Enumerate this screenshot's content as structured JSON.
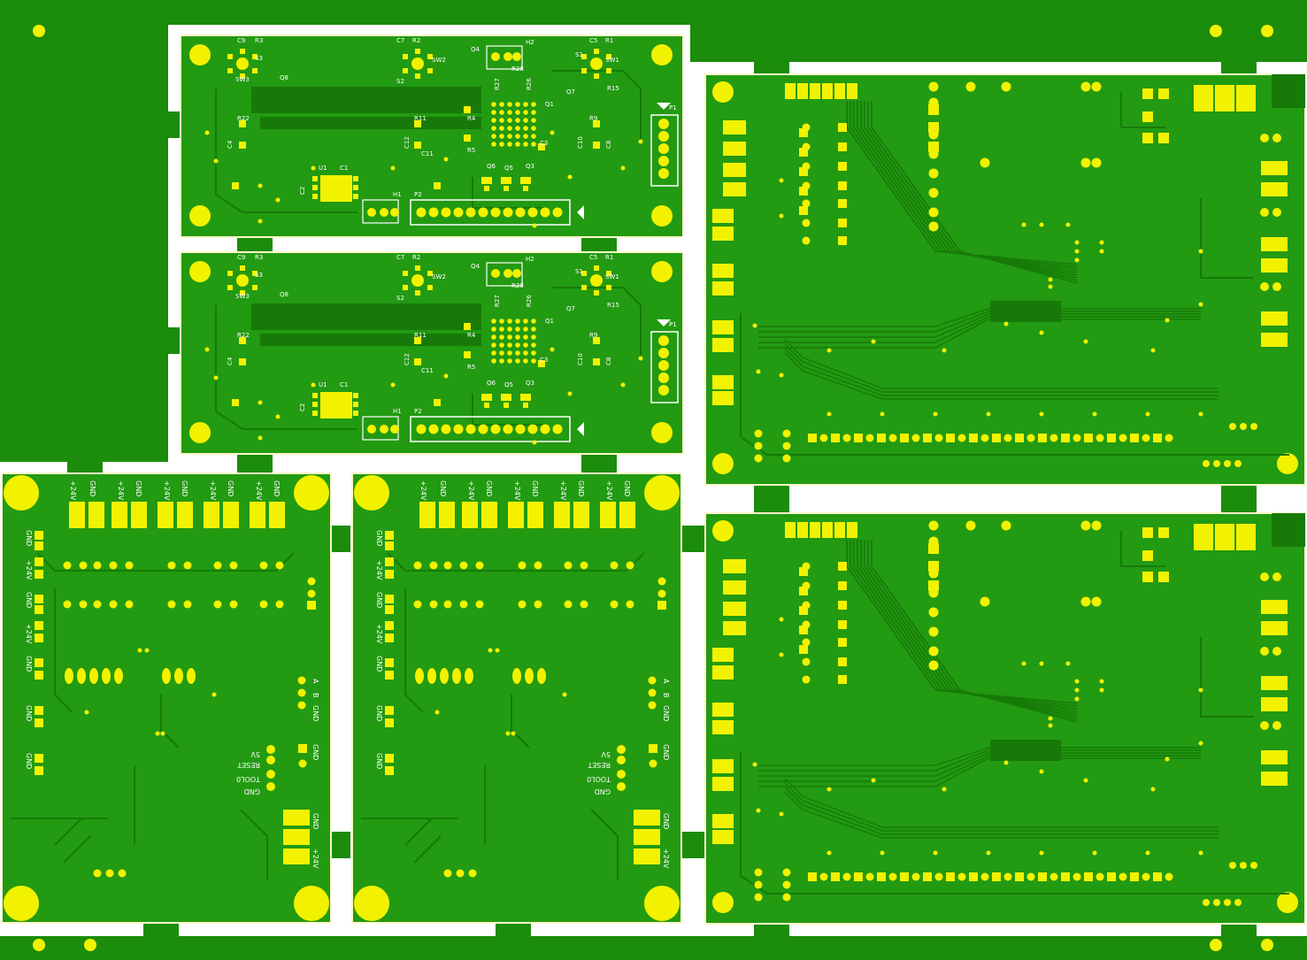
{
  "colors": {
    "substrate": "#1b8c0b",
    "copper_fill": "#229a12",
    "trace": "#177a08",
    "pad": "#f2f200",
    "silkscreen": "#ffffff",
    "outline": "#fff8c8"
  },
  "module_board": {
    "labels": {
      "C9": "C9",
      "R3": "R3",
      "S3": "S3",
      "SW3": "SW3",
      "Q8": "Q8",
      "C7": "C7",
      "R2": "R2",
      "SW2": "SW2",
      "S2": "S2",
      "Q4": "Q4",
      "H2": "H2",
      "R27": "R27",
      "R28": "R28",
      "R26": "R26",
      "C5": "C5",
      "R1": "R1",
      "S1": "S1",
      "SW1": "SW1",
      "Q7": "Q7",
      "R15": "R15",
      "R22": "R22",
      "R11": "R11",
      "R4": "R4",
      "R5": "R5",
      "Q1": "Q1",
      "R9": "R9",
      "C4": "C4",
      "C12": "C12",
      "C11": "C11",
      "C3": "C3",
      "C10": "C10",
      "C8": "C8",
      "P1": "P1",
      "U1": "U1",
      "C1": "C1",
      "C2": "C2",
      "Q6": "Q6",
      "Q5": "Q5",
      "Q3": "Q3",
      "H1": "H1",
      "P2": "P2"
    }
  },
  "power_board": {
    "top_labels": [
      "+24V",
      "GND",
      "+24V",
      "GND",
      "+24V",
      "GND",
      "+24V",
      "GND",
      "+24V",
      "GND"
    ],
    "left_labels": [
      "GND",
      "+24V",
      "GND",
      "+24V",
      "GND",
      "GND",
      "GND"
    ],
    "signal_labels": [
      "5V",
      "RESET",
      "TOOL0",
      "GND"
    ],
    "right_labels": [
      "A",
      "B",
      "GND",
      "GND",
      "GND",
      "+24V"
    ]
  }
}
